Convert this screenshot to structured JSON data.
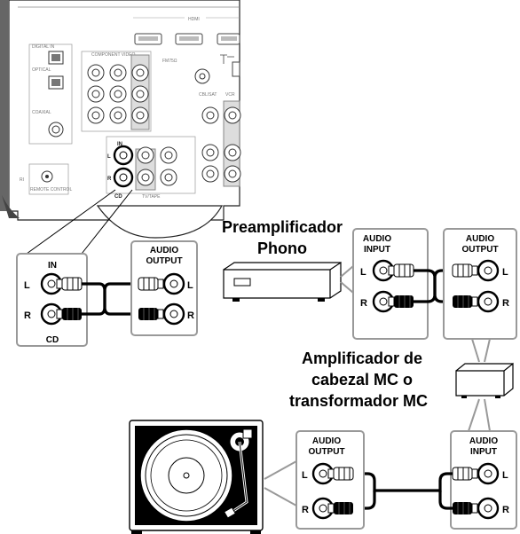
{
  "receiver": {
    "sections": {
      "hdmi": "HDMI",
      "digital_in": "DIGITAL IN",
      "component_video": "COMPONENT VIDEO",
      "fm": "FM75Ω",
      "vcr": "VCR",
      "tv_tape": "TV/TAPE",
      "cbl_sat": "CBL/SAT",
      "coaxial": "COAXIAL",
      "optical": "OPTICAL",
      "remote_control": "REMOTE CONTROL",
      "ri": "RI",
      "in": "IN",
      "l": "L",
      "r": "R",
      "cd": "CD"
    }
  },
  "cd_panel": {
    "in_label": "IN",
    "l": "L",
    "r": "R",
    "cd_label": "CD"
  },
  "audio_output_1": {
    "line1": "AUDIO",
    "line2": "OUTPUT",
    "l": "L",
    "r": "R"
  },
  "preamp": {
    "line1": "Preamplificador",
    "line2": "Phono"
  },
  "preamp_input": {
    "line1": "AUDIO",
    "line2": "INPUT",
    "l": "L",
    "r": "R"
  },
  "preamp_output": {
    "line1": "AUDIO",
    "line2": "OUTPUT",
    "l": "L",
    "r": "R"
  },
  "mc": {
    "line1": "Amplificador de",
    "line2": "cabezal MC o",
    "line3": "transformador MC"
  },
  "mc_input": {
    "line1": "AUDIO",
    "line2": "INPUT",
    "l": "L",
    "r": "R"
  },
  "turntable_output": {
    "line1": "AUDIO",
    "line2": "OUTPUT",
    "l": "L",
    "r": "R"
  }
}
